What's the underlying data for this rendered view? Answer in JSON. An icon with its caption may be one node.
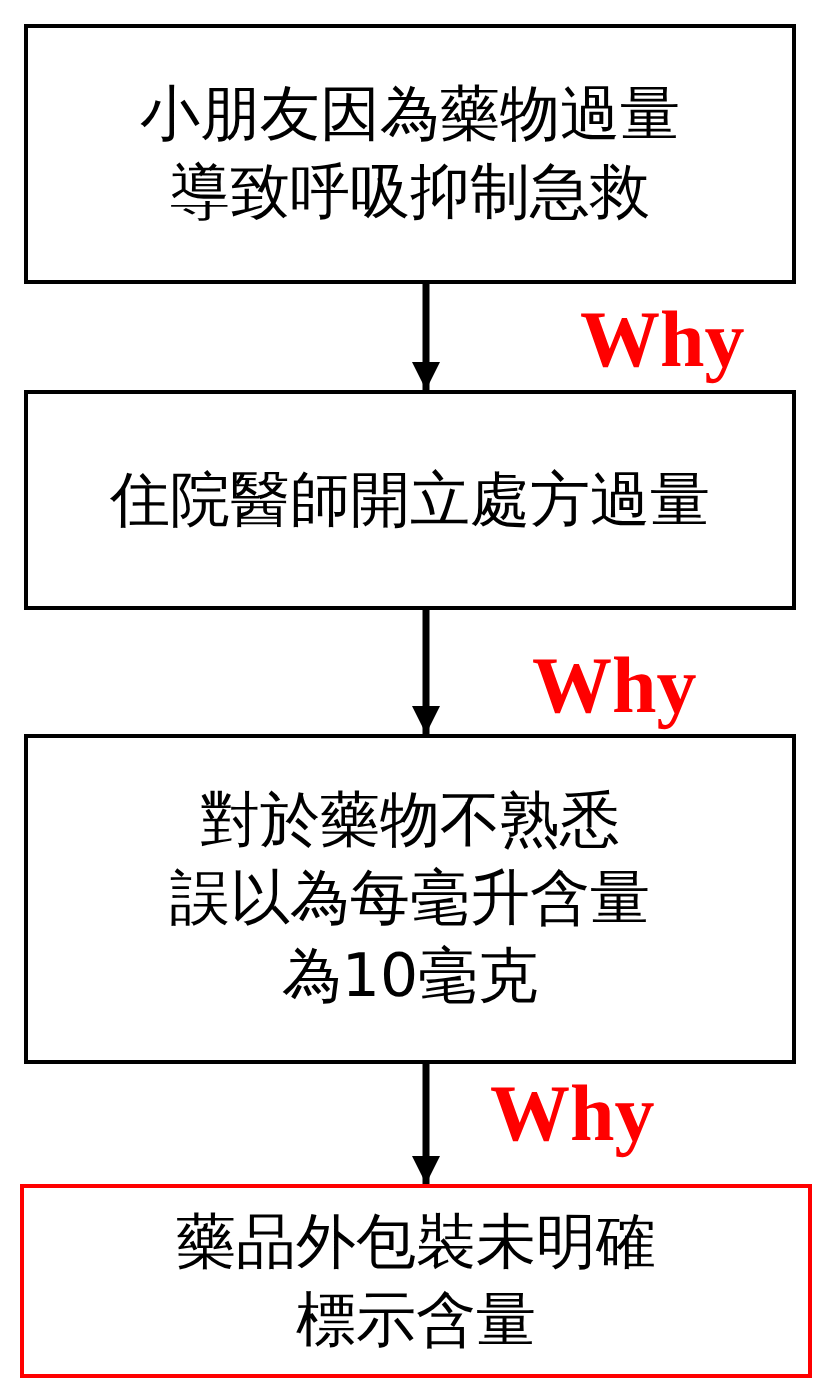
{
  "diagram": {
    "nodes": [
      {
        "text": [
          "小朋友因為藥物過量導致呼吸抑制急救"
        ]
      },
      {
        "text": [
          "住院醫師開立處方過量"
        ]
      },
      {
        "text": [
          "對於藥物不熟悉誤以為每毫升含量為10毫克"
        ]
      },
      {
        "text": [
          "藥品外包裝未明確標示含量"
        ]
      }
    ],
    "edges": [
      {
        "from": 0,
        "to": 1,
        "arrow": "to",
        "label": "Why"
      },
      {
        "from": 1,
        "to": 2,
        "arrow": "to",
        "label": "Why"
      },
      {
        "from": 2,
        "to": 3,
        "arrow": "to",
        "label": "Why"
      }
    ]
  }
}
